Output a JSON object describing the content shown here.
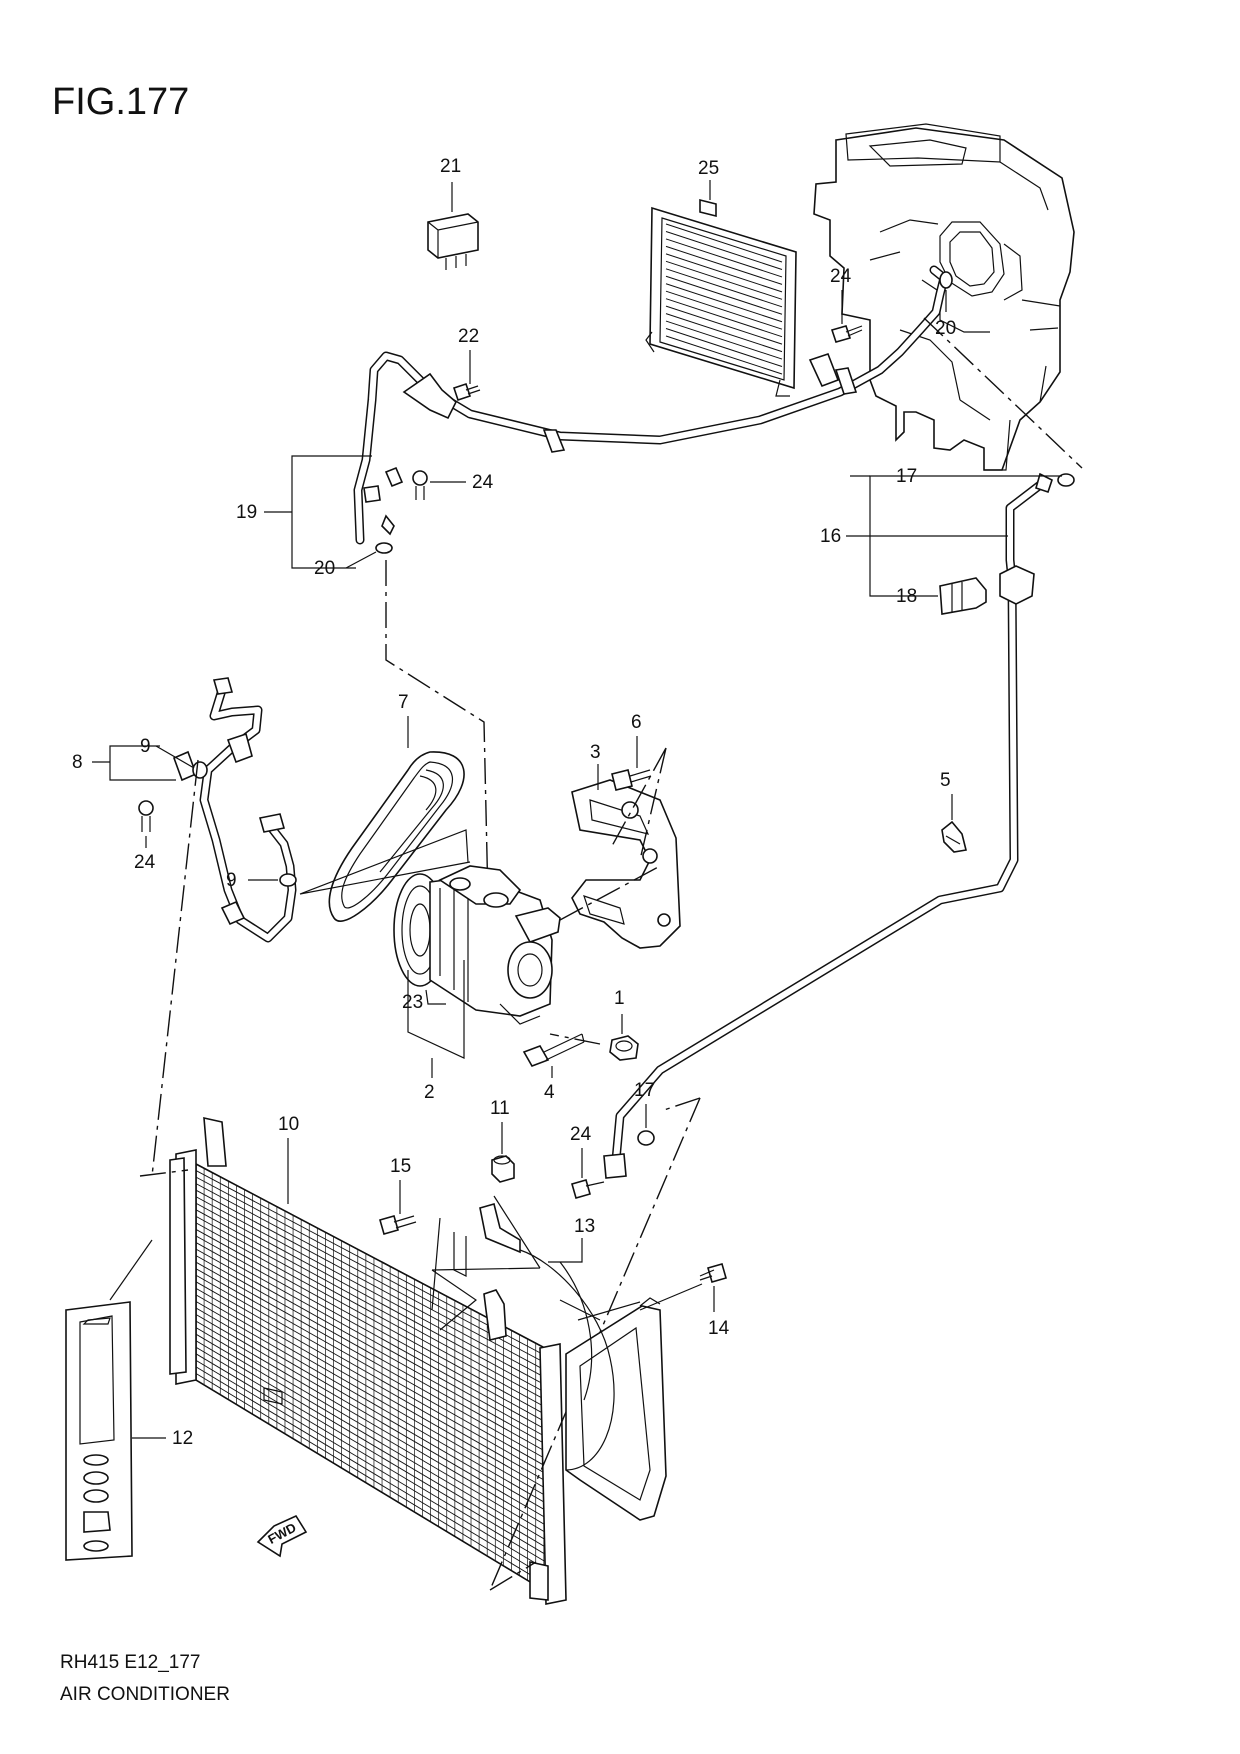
{
  "figure": {
    "title": "FIG.177",
    "code": "RH415 E12_177",
    "name": "AIR CONDITIONER"
  },
  "fwd_label": "FWD",
  "callouts": [
    {
      "id": "c21",
      "text": "21"
    },
    {
      "id": "c25",
      "text": "25"
    },
    {
      "id": "c24a",
      "text": "24"
    },
    {
      "id": "c20a",
      "text": "20"
    },
    {
      "id": "c22",
      "text": "22"
    },
    {
      "id": "c24b",
      "text": "24"
    },
    {
      "id": "c19",
      "text": "19"
    },
    {
      "id": "c20b",
      "text": "20"
    },
    {
      "id": "c17a",
      "text": "17"
    },
    {
      "id": "c16",
      "text": "16"
    },
    {
      "id": "c18",
      "text": "18"
    },
    {
      "id": "c7",
      "text": "7"
    },
    {
      "id": "c6",
      "text": "6"
    },
    {
      "id": "c3",
      "text": "3"
    },
    {
      "id": "c9a",
      "text": "9"
    },
    {
      "id": "c8",
      "text": "8"
    },
    {
      "id": "c24c",
      "text": "24"
    },
    {
      "id": "c9b",
      "text": "9"
    },
    {
      "id": "c23",
      "text": "23"
    },
    {
      "id": "c2",
      "text": "2"
    },
    {
      "id": "c1",
      "text": "1"
    },
    {
      "id": "c4",
      "text": "4"
    },
    {
      "id": "c5",
      "text": "5"
    },
    {
      "id": "c10",
      "text": "10"
    },
    {
      "id": "c11",
      "text": "11"
    },
    {
      "id": "c24d",
      "text": "24"
    },
    {
      "id": "c17b",
      "text": "17"
    },
    {
      "id": "c15",
      "text": "15"
    },
    {
      "id": "c13",
      "text": "13"
    },
    {
      "id": "c14",
      "text": "14"
    },
    {
      "id": "c12",
      "text": "12"
    }
  ]
}
